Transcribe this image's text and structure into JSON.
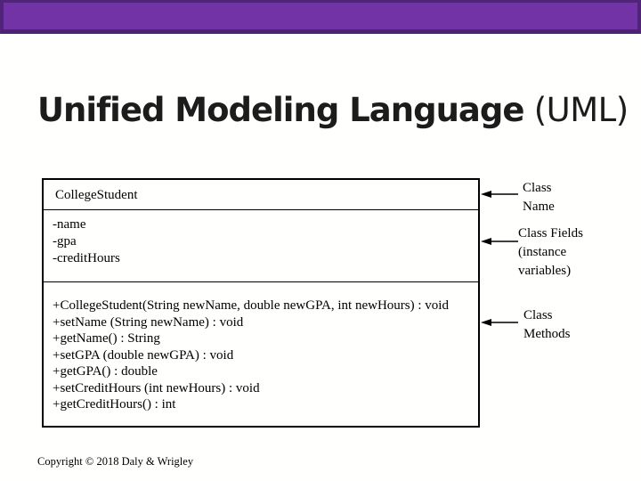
{
  "title": {
    "main": "Unified Modeling Language",
    "paren": " (UML)"
  },
  "uml": {
    "class_name": "CollegeStudent",
    "fields": [
      "-name",
      "-gpa",
      "-creditHours"
    ],
    "methods": [
      "+CollegeStudent(String newName, double newGPA, int newHours) : void",
      "+setName (String newName) : void",
      "+getName() : String",
      "+setGPA (double newGPA) : void",
      "+getGPA() : double",
      "+setCreditHours (int newHours) : void",
      "+getCreditHours() : int"
    ]
  },
  "annotations": [
    {
      "lines": [
        "Class",
        "Name"
      ]
    },
    {
      "lines": [
        "Class Fields",
        "(instance",
        "variables)"
      ]
    },
    {
      "lines": [
        "Class",
        "Methods"
      ]
    }
  ],
  "copyright": "Copyright © 2018 Daly & Wrigley",
  "colors": {
    "header_fill": "#7233A6",
    "header_border": "#502478",
    "header_border_bottom": "#4A2371",
    "title_text": "#1C1C1C",
    "diagram_line": "#000000"
  }
}
